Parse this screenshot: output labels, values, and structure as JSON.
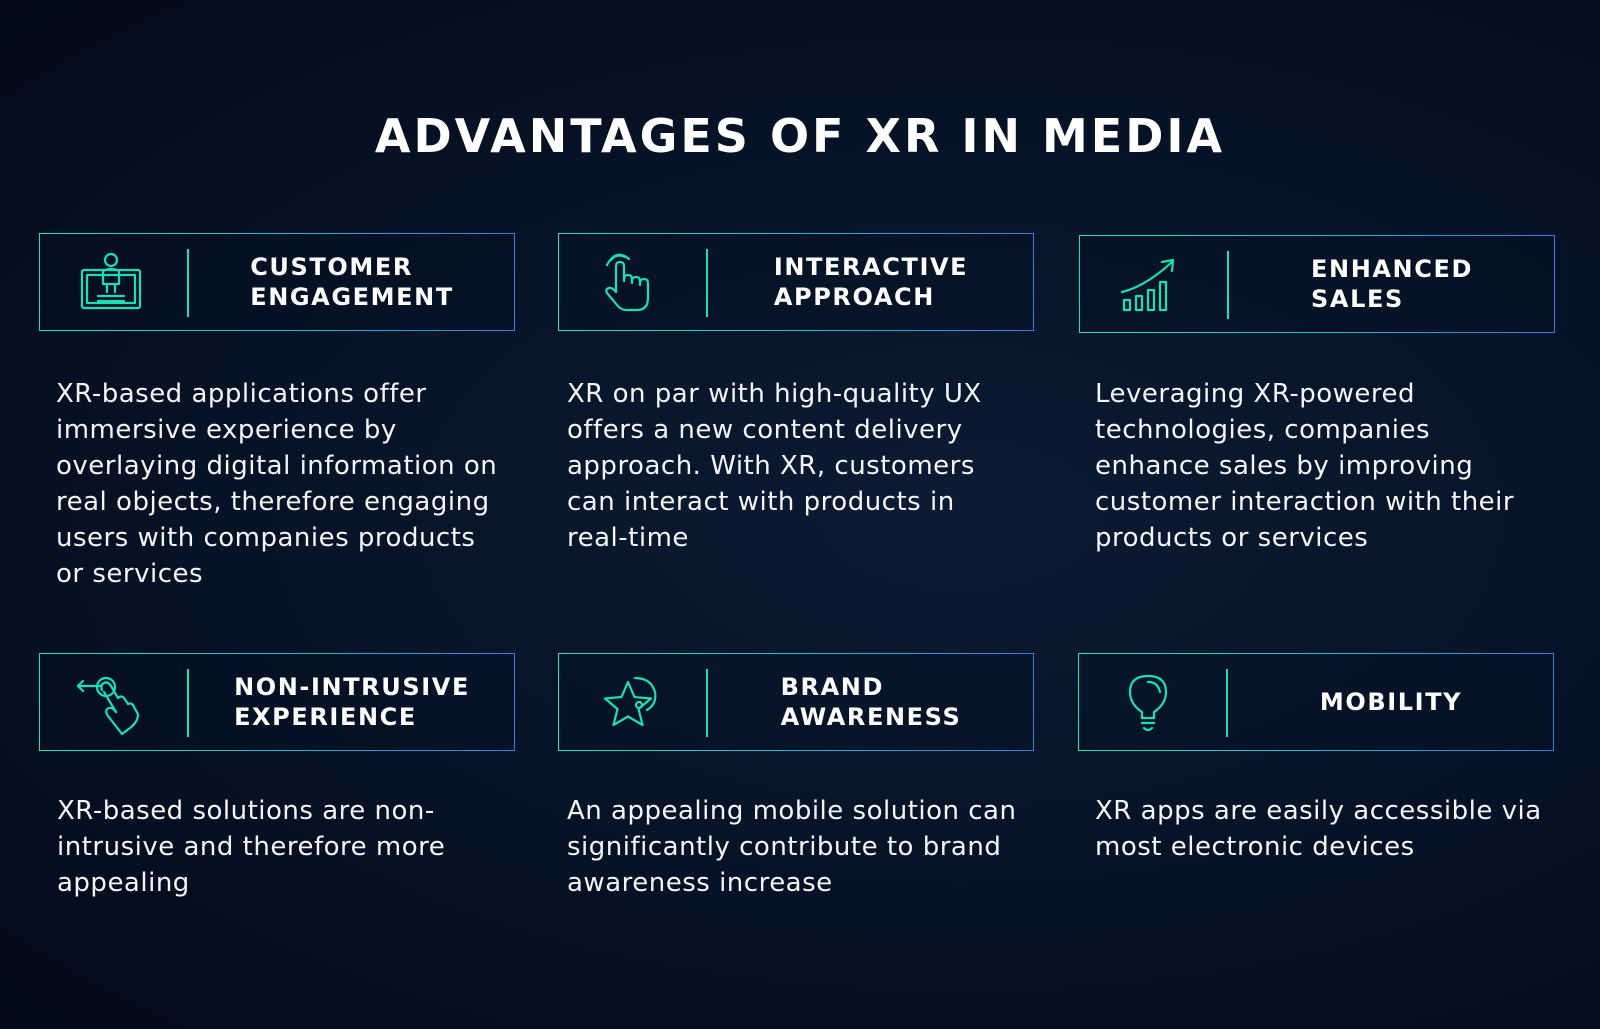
{
  "title": "ADVANTAGES OF XR IN MEDIA",
  "accent_color": "#19e0b3",
  "cards": [
    {
      "icon": "person-screen-icon",
      "heading": "CUSTOMER\nENGAGEMENT",
      "description": "XR-based applications offer immersive experience by overlaying digital information on real objects, therefore engaging users with companies products or services"
    },
    {
      "icon": "tap-hand-icon",
      "heading": "INTERACTIVE\nAPPROACH",
      "description": "XR on par with high-quality UX offers a new content delivery approach. With XR, customers can interact with products in real-time"
    },
    {
      "icon": "growth-chart-icon",
      "heading": "ENHANCED\nSALES",
      "description": "Leveraging XR-powered technologies, companies enhance sales by improving customer interaction with their products or services"
    },
    {
      "icon": "swipe-hand-icon",
      "heading": "NON-INTRUSIVE\nEXPERIENCE",
      "description": "XR-based solutions are non-intrusive and therefore more appealing"
    },
    {
      "icon": "star-icon",
      "heading": "BRAND\nAWARENESS",
      "description": "An appealing mobile solution can significantly contribute to brand awareness increase"
    },
    {
      "icon": "lightbulb-icon",
      "heading": "MOBILITY",
      "description": "XR apps are easily accessible via most electronic devices"
    }
  ]
}
